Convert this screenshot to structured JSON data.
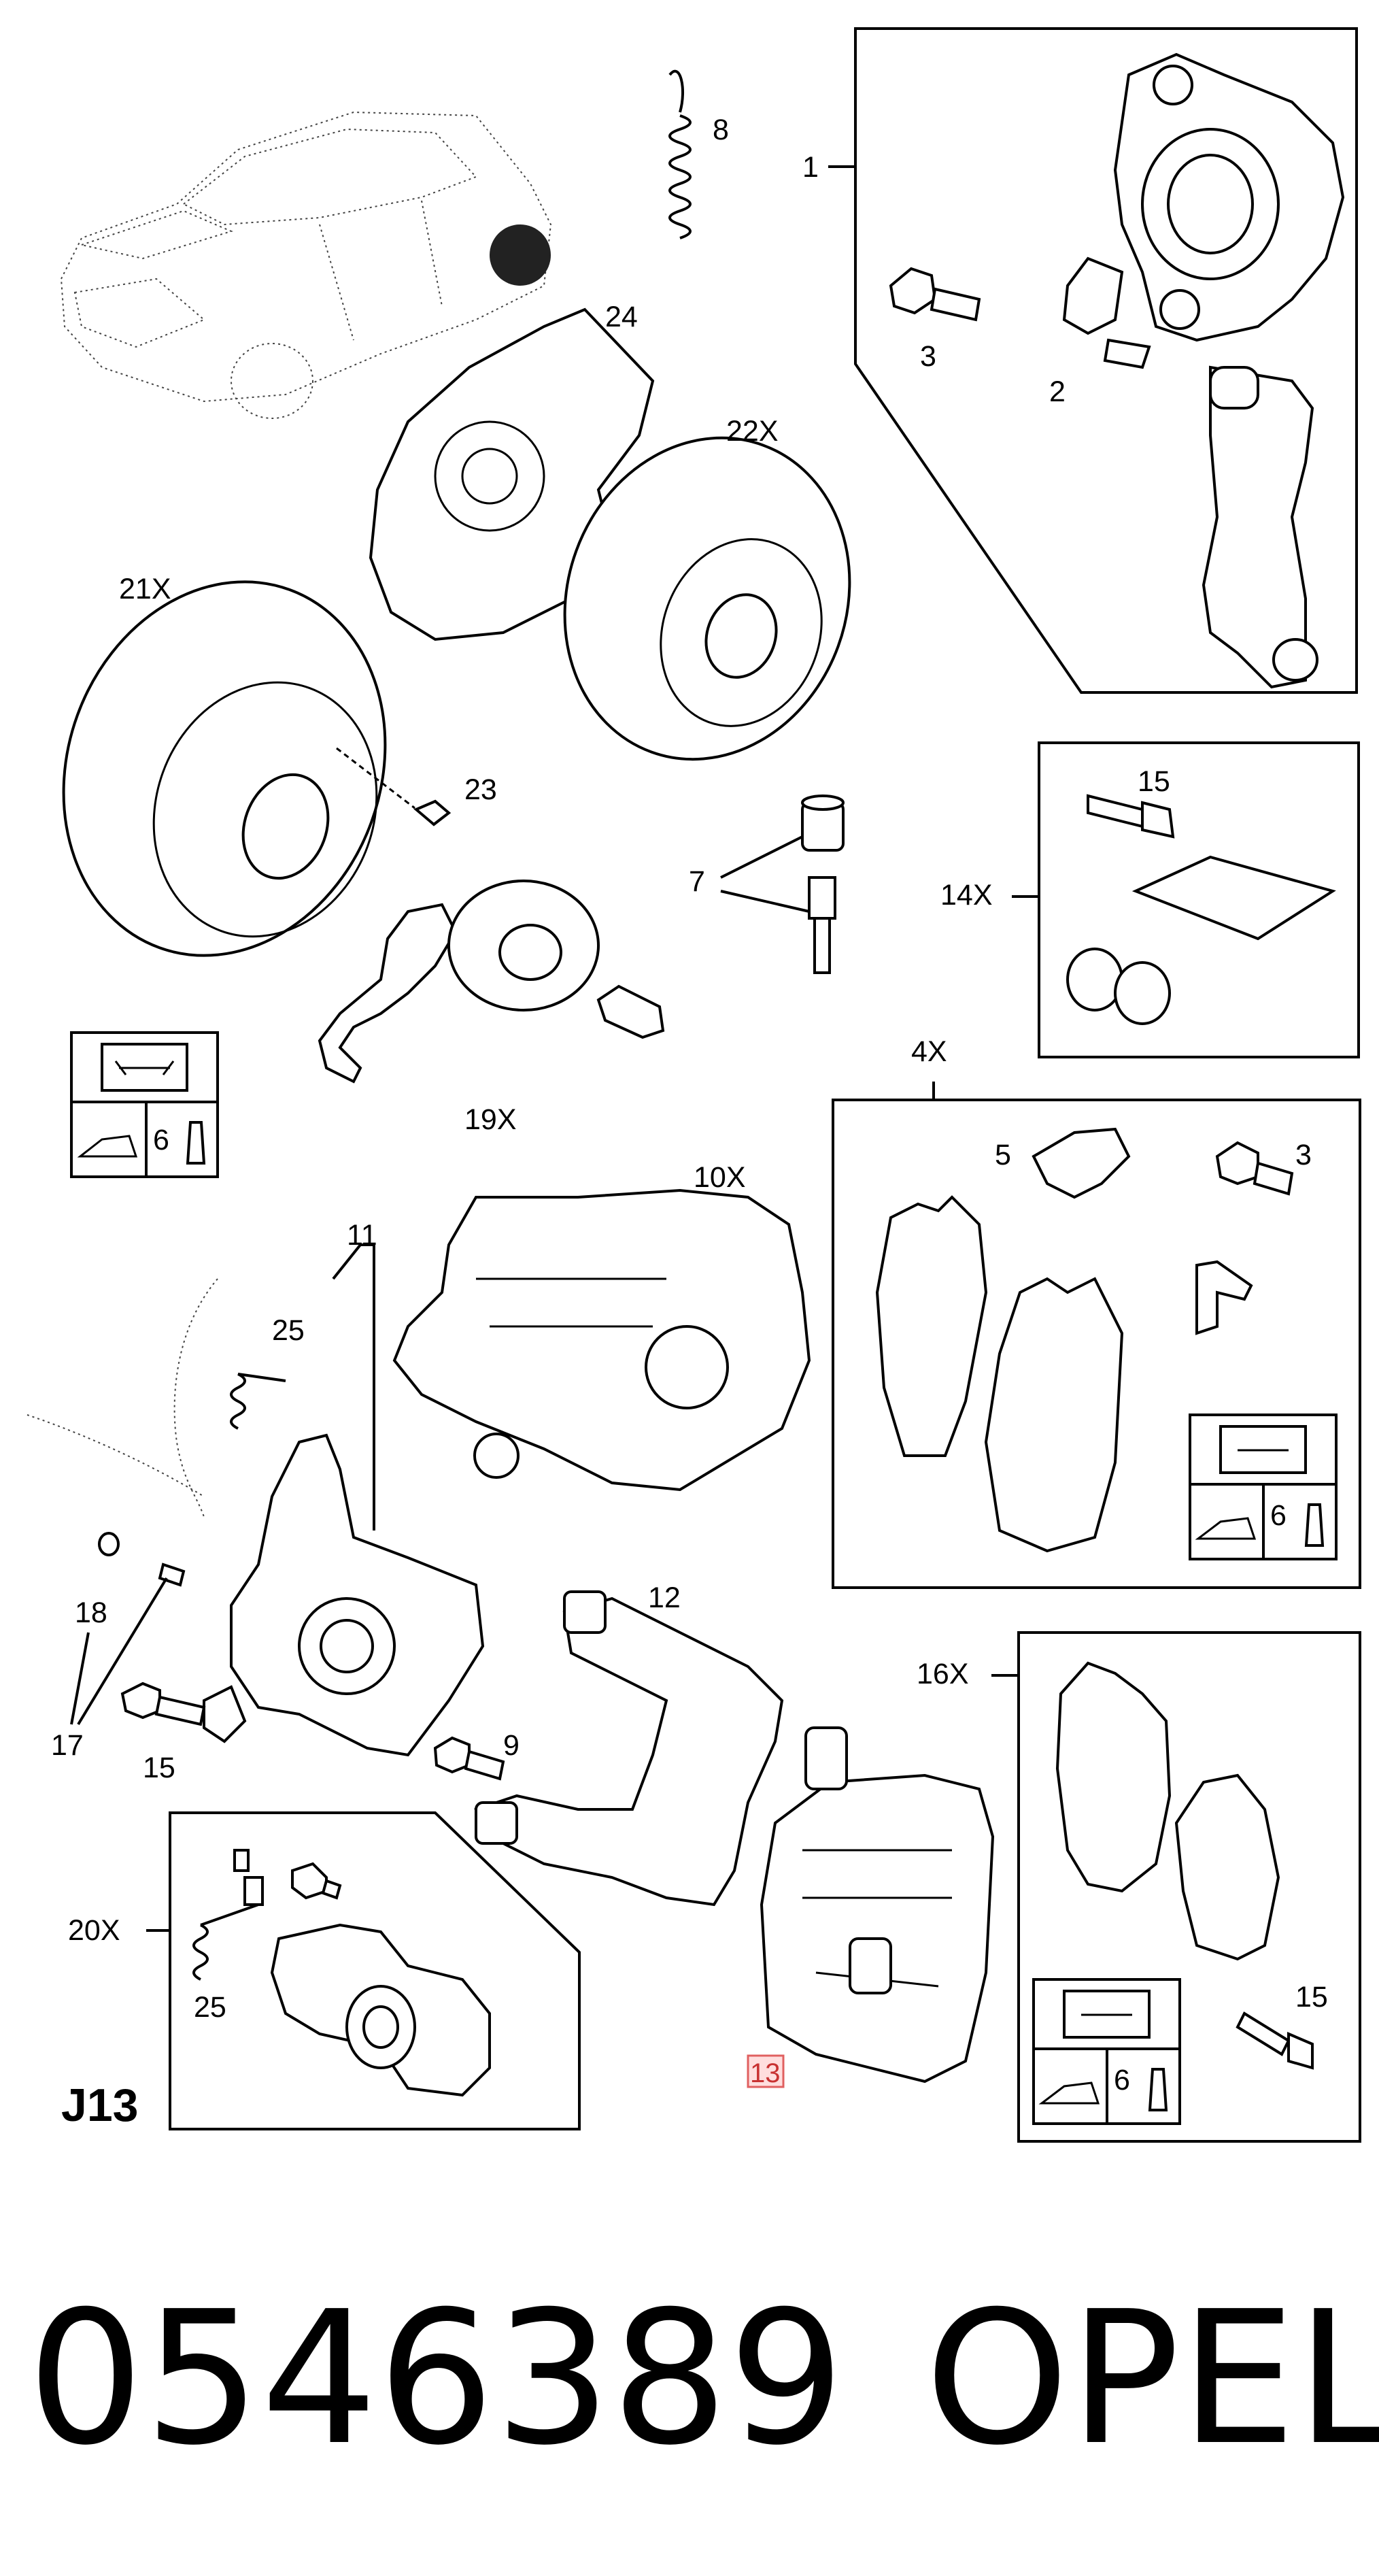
{
  "diagram": {
    "section_code": "J13",
    "highlighted_label": "13",
    "labels": {
      "l1": "1",
      "l2": "2",
      "l3a": "3",
      "l3b": "3",
      "l4x": "4X",
      "l5": "5",
      "l6a": "6",
      "l6b": "6",
      "l6c": "6",
      "l7": "7",
      "l8": "8",
      "l9": "9",
      "l10x": "10X",
      "l11": "11",
      "l12": "12",
      "l14x": "14X",
      "l15a": "15",
      "l15b": "15",
      "l15c": "15",
      "l16x": "16X",
      "l17": "17",
      "l18": "18",
      "l19x": "19X",
      "l20x": "20X",
      "l21x": "21X",
      "l22x": "22X",
      "l23": "23",
      "l24": "24",
      "l25a": "25",
      "l25b": "25"
    }
  },
  "footer": {
    "part_number": "0546389",
    "brand": "OPEL"
  },
  "colors": {
    "line": "#000000",
    "highlight_fill": "#ffdede",
    "highlight_stroke": "#e06060"
  }
}
